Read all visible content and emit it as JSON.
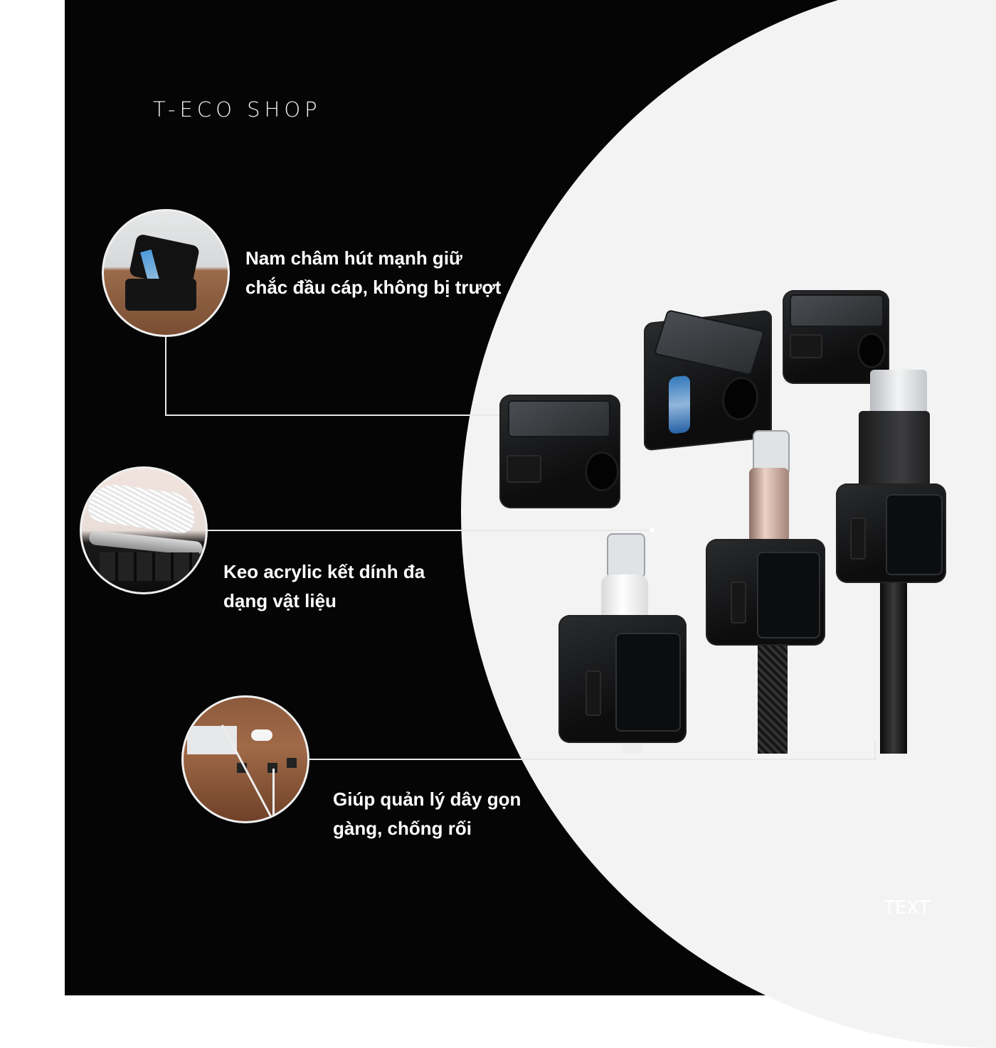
{
  "page": {
    "brand": "T-ECO SHOP",
    "watermark": "TEXT",
    "colors": {
      "background_dark": "#050505",
      "background_light": "#f3f3f3",
      "left_strip": "#ffffff",
      "text": "#ffffff",
      "line": "#e8e8e8"
    }
  },
  "features": [
    {
      "line1": "Nam châm hút mạnh giữ",
      "line2": "chắc đầu cáp, không bị trượt",
      "thumbnail": "magnetic-clip-open-photo"
    },
    {
      "line1": "Keo acrylic kết dính đa",
      "line2": "dạng vật liệu",
      "thumbnail": "acrylic-adhesive-pad-photo"
    },
    {
      "line1": "Giúp quản lý dây gọn",
      "line2": "gàng, chống rối",
      "thumbnail": "desk-cable-organizer-photo"
    }
  ],
  "product": {
    "image": "magnetic-cable-clip-set",
    "items": [
      "closed-clip-cube",
      "open-clip-cube-with-magnet",
      "closed-clip-cube",
      "usb-c-white-cable-in-clip",
      "usb-c-braided-cable-in-clip",
      "hdmi-cable-in-clip"
    ]
  }
}
